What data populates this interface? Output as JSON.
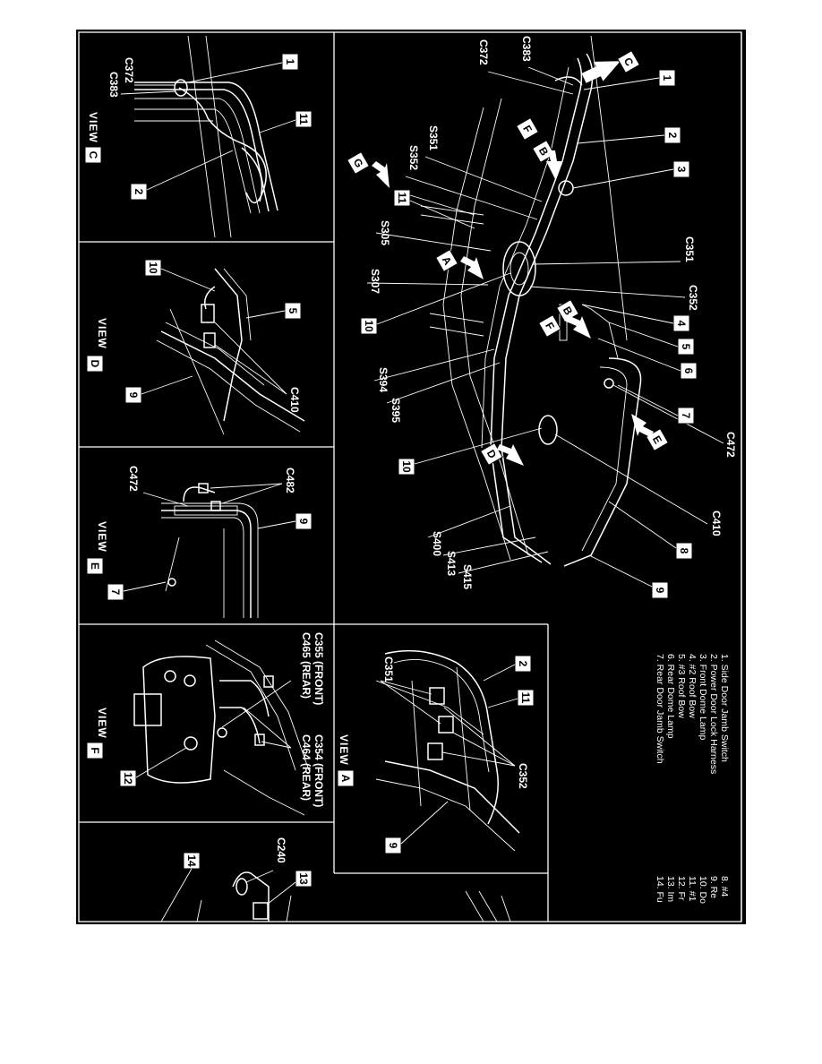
{
  "views": {
    "view_c": {
      "title": "VIEW",
      "letter": "C",
      "connectors": [
        "C372",
        "C383"
      ],
      "callouts": [
        "1",
        "11",
        "2"
      ]
    },
    "view_d": {
      "title": "VIEW",
      "letter": "D",
      "connectors": [
        "C410"
      ],
      "callouts": [
        "10",
        "5",
        "9"
      ]
    },
    "view_e": {
      "title": "VIEW",
      "letter": "E",
      "connectors": [
        "C472",
        "C482"
      ],
      "callouts": [
        "9",
        "7"
      ]
    },
    "view_f": {
      "title": "VIEW",
      "letter": "F",
      "connectors": [
        "C355 (FRONT)",
        "C465 (REAR)",
        "C354 (FRONT)",
        "C464 (REAR)"
      ],
      "callouts": [
        "12"
      ]
    },
    "view_a": {
      "title": "VIEW",
      "letter": "A",
      "connectors": [
        "C351",
        "C352"
      ],
      "callouts": [
        "2",
        "11",
        "9"
      ]
    },
    "bottom_view": {
      "connectors": [
        "C240"
      ],
      "callouts": [
        "14",
        "13"
      ]
    }
  },
  "main": {
    "connectors": [
      "C383",
      "C372",
      "C351",
      "C352",
      "C472",
      "C410"
    ],
    "splices": [
      "S351",
      "S352",
      "S305",
      "S307",
      "S394",
      "S395",
      "S400",
      "S413",
      "S415"
    ],
    "callouts": [
      "1",
      "2",
      "3",
      "4",
      "5",
      "6",
      "7",
      "8",
      "9",
      "10",
      "10",
      "11"
    ],
    "arrows": [
      "C",
      "F",
      "B",
      "G",
      "A",
      "B",
      "F",
      "E",
      "D"
    ]
  },
  "legend_left": [
    "1.  Side Door Jamb Switch",
    "2.  Power Door Lock Harness",
    "3.  Front Dome Lamp",
    "4.  #2 Roof Bow",
    "5.  #3 Roof Bow",
    "6.  Rear Dome Lamp",
    "7.  Rear Door Jamb Switch"
  ],
  "legend_right": [
    "8.   #4",
    "9.   Re",
    "10.  Do",
    "11.  #1",
    "12.  Fr",
    "13.  Im",
    "14.  Fu"
  ]
}
